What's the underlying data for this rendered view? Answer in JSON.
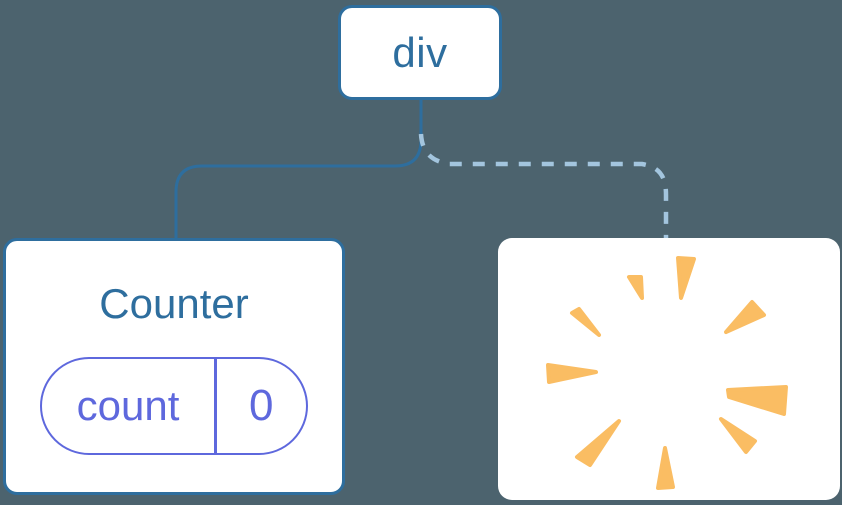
{
  "diagram": {
    "description": "Component tree diagram: div root with Counter child (kept, solid link) and a removed child (dashed link, poof burst)",
    "root_node": {
      "label": "div"
    },
    "counter_card": {
      "title": "Counter",
      "state_pill": {
        "key": "count",
        "value": "0"
      }
    },
    "poof_card": {
      "icon": "poof-burst"
    }
  },
  "colors": {
    "background": "#4C636E",
    "card_background": "#FFFFFF",
    "node_blue": "#2E6E9E",
    "dashed_link": "#A3C5DE",
    "pill_purple": "#5E68DD",
    "poof_orange": "#FABD63"
  }
}
